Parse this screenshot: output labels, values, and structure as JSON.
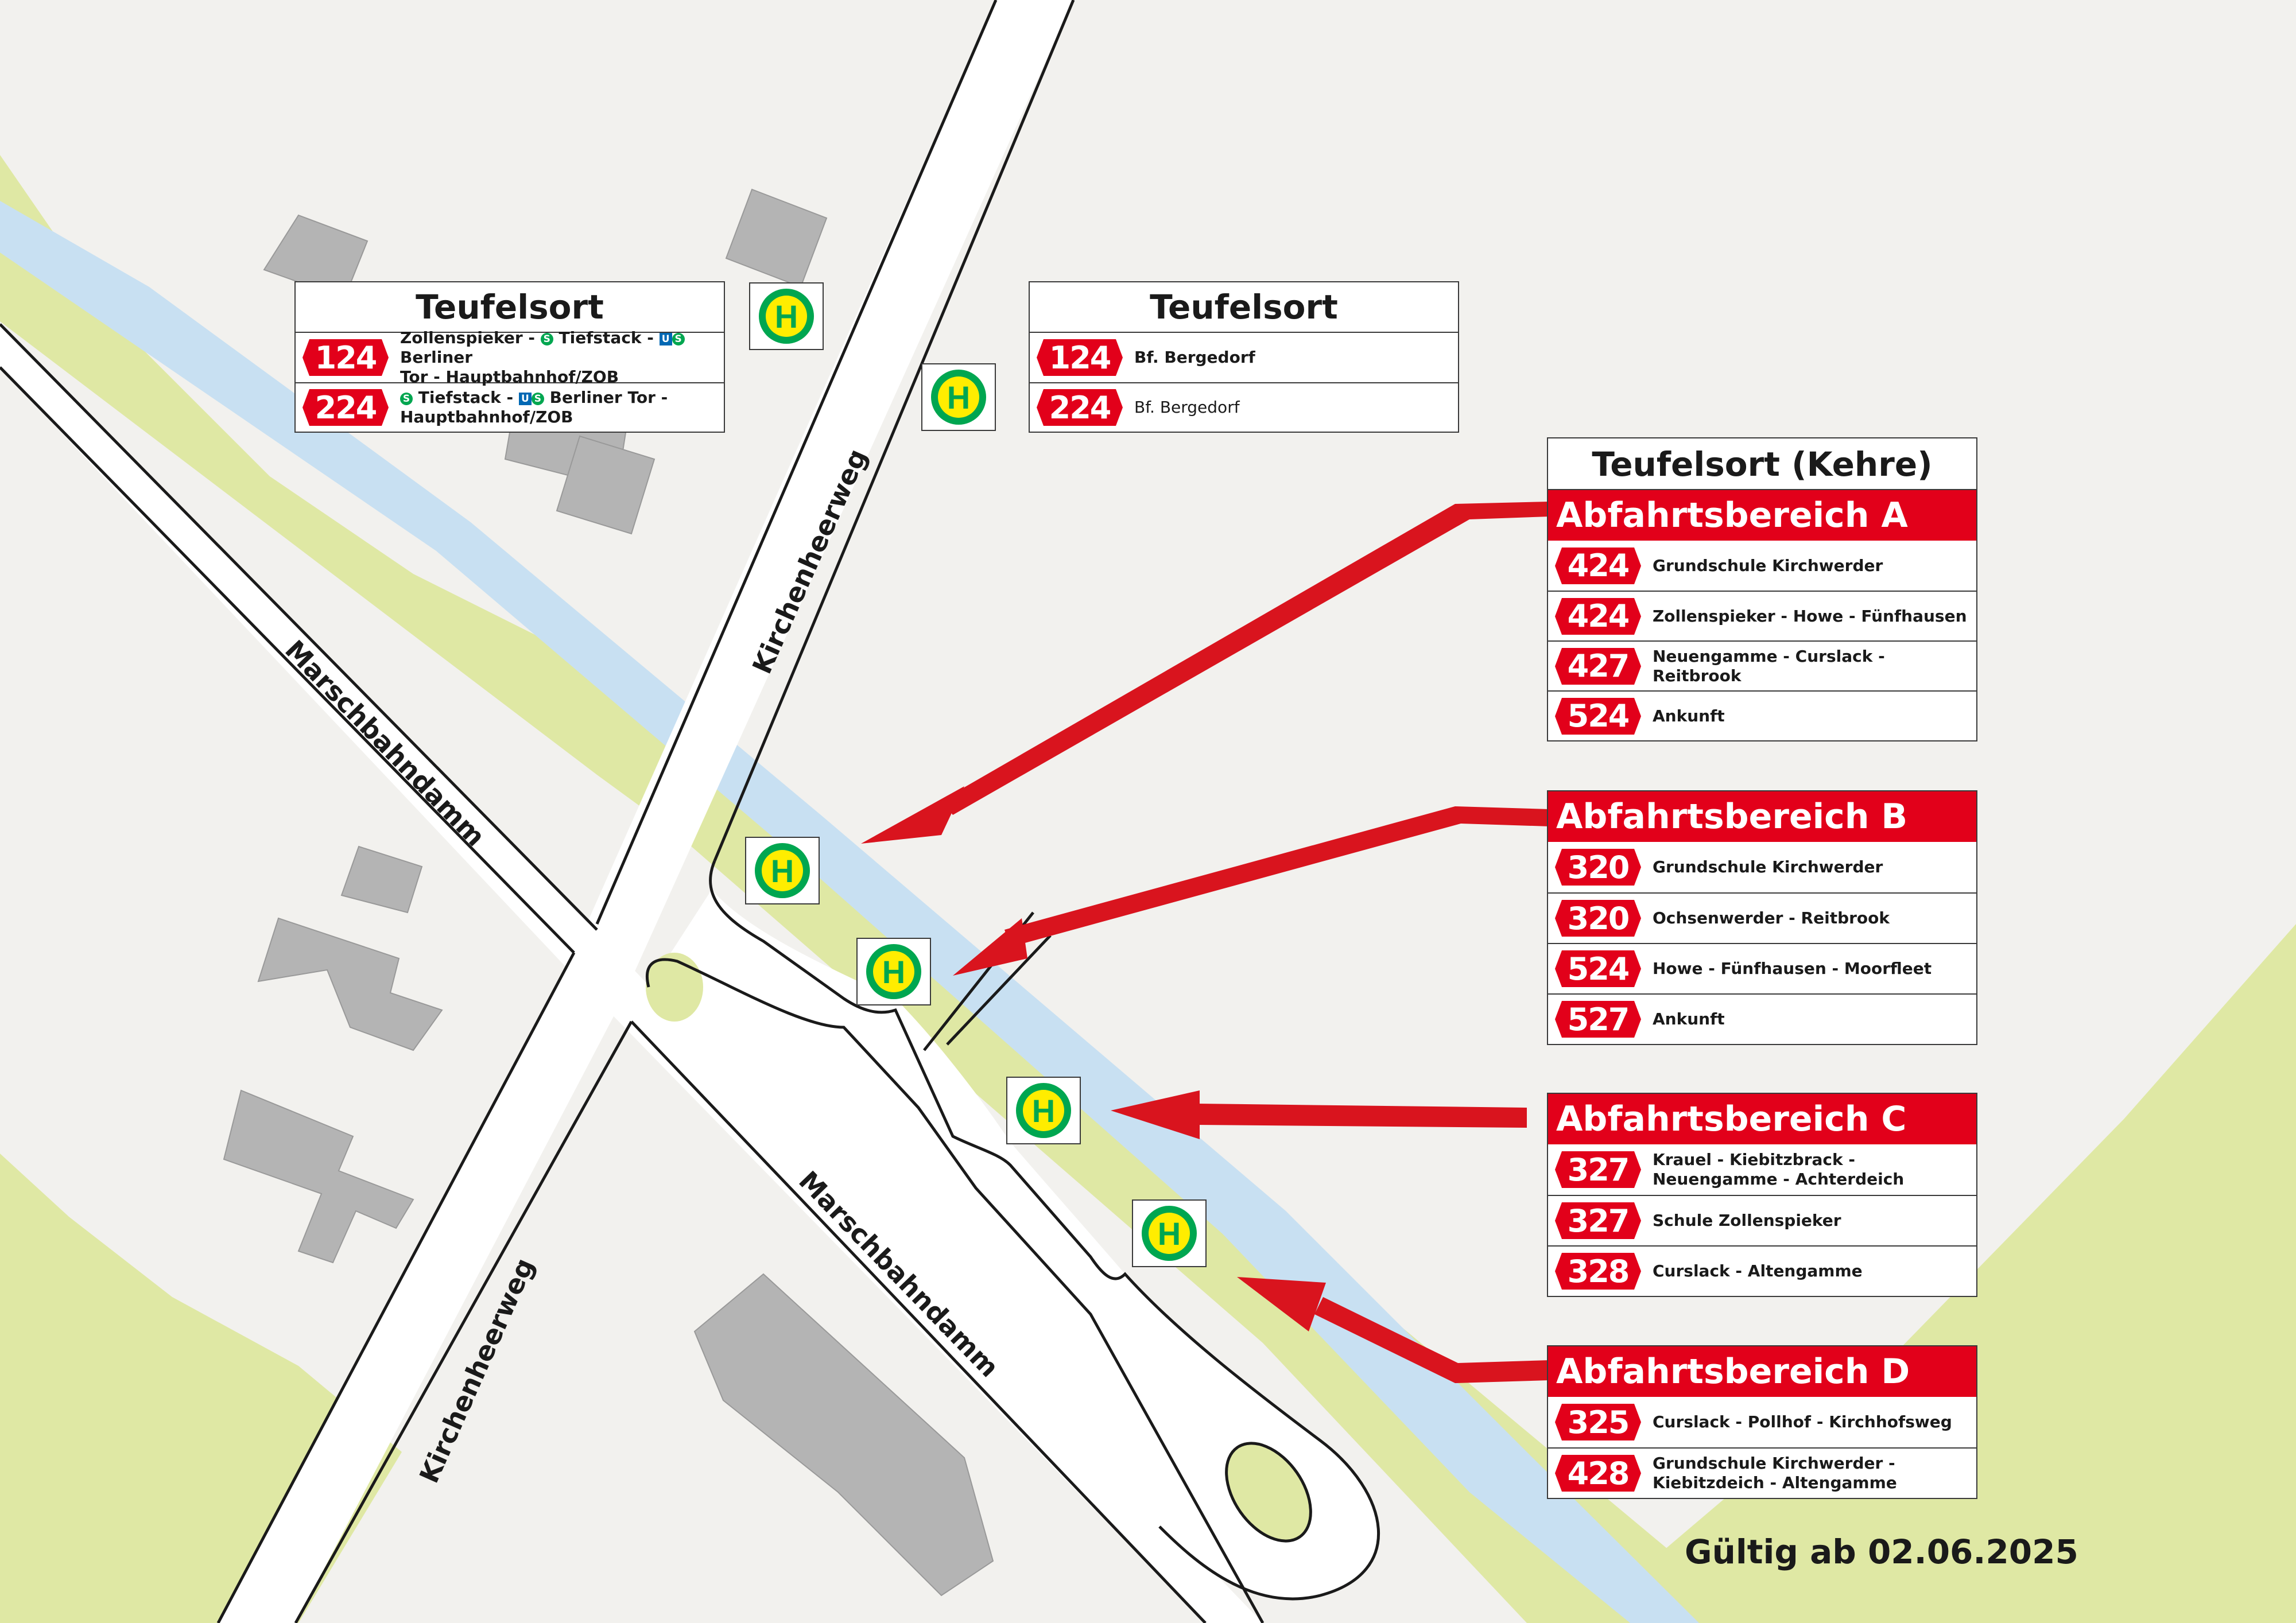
{
  "colors": {
    "background": "#f2f1ee",
    "green_area": "#dfe8a4",
    "canal": "#c8e0f2",
    "road": "#ffffff",
    "road_edge": "#1a1a1a",
    "building": "#b4b4b4",
    "accent_red": "#e2001a",
    "arrow_red": "#d9141e",
    "stop_green": "#00a650",
    "stop_yellow": "#ffed00"
  },
  "streets": {
    "kirchenheerweg_north": "Kirchenheerweg",
    "kirchenheerweg_south": "Kirchenheerweg",
    "marschbahndamm_west": "Marschbahndamm",
    "marschbahndamm_east": "Marschbahndamm"
  },
  "stop_sign_letter": "H",
  "stop_west": {
    "title": "Teufelsort",
    "lines": [
      {
        "route": "124",
        "parts": {
          "a": "Zollenspieker - ",
          "s1": "S",
          "b": " Tiefstack - ",
          "u": "U",
          "s2": "S",
          "c": " Berliner",
          "d": "Tor - Hauptbahnhof/ZOB"
        }
      },
      {
        "route": "224",
        "parts": {
          "s1": "S",
          "b": " Tiefstack - ",
          "u": "U",
          "s2": "S",
          "c": " Berliner Tor -",
          "d": "Hauptbahnhof/ZOB"
        }
      }
    ]
  },
  "stop_east": {
    "title": "Teufelsort",
    "lines": [
      {
        "route": "124",
        "destination": "Bf. Bergedorf"
      },
      {
        "route": "224",
        "destination": "Bf. Bergedorf"
      }
    ]
  },
  "stop_kehre": {
    "title": "Teufelsort (Kehre)",
    "areas": [
      {
        "name": "Abfahrtsbereich A",
        "lines": [
          {
            "route": "424",
            "destination": "Grundschule Kirchwerder"
          },
          {
            "route": "424",
            "destination": "Zollenspieker - Howe - Fünfhausen"
          },
          {
            "route": "427",
            "destination": "Neuengamme - Curslack - Reitbrook"
          },
          {
            "route": "524",
            "destination": "Ankunft"
          }
        ]
      },
      {
        "name": "Abfahrtsbereich B",
        "lines": [
          {
            "route": "320",
            "destination": "Grundschule Kirchwerder"
          },
          {
            "route": "320",
            "destination": "Ochsenwerder - Reitbrook"
          },
          {
            "route": "524",
            "destination": "Howe - Fünfhausen - Moorfleet"
          },
          {
            "route": "527",
            "destination": "Ankunft"
          }
        ]
      },
      {
        "name": "Abfahrtsbereich C",
        "lines": [
          {
            "route": "327",
            "destination": "Krauel - Kiebitzbrack -",
            "destination2": "Neuengamme - Achterdeich"
          },
          {
            "route": "327",
            "destination": "Schule Zollenspieker"
          },
          {
            "route": "328",
            "destination": "Curslack - Altengamme"
          }
        ]
      },
      {
        "name": "Abfahrtsbereich D",
        "lines": [
          {
            "route": "325",
            "destination": "Curslack - Pollhof - Kirchhofsweg"
          },
          {
            "route": "428",
            "destination": "Grundschule Kirchwerder -",
            "destination2": "Kiebitzdeich - Altengamme"
          }
        ]
      }
    ]
  },
  "validity": "Gültig ab 02.06.2025"
}
